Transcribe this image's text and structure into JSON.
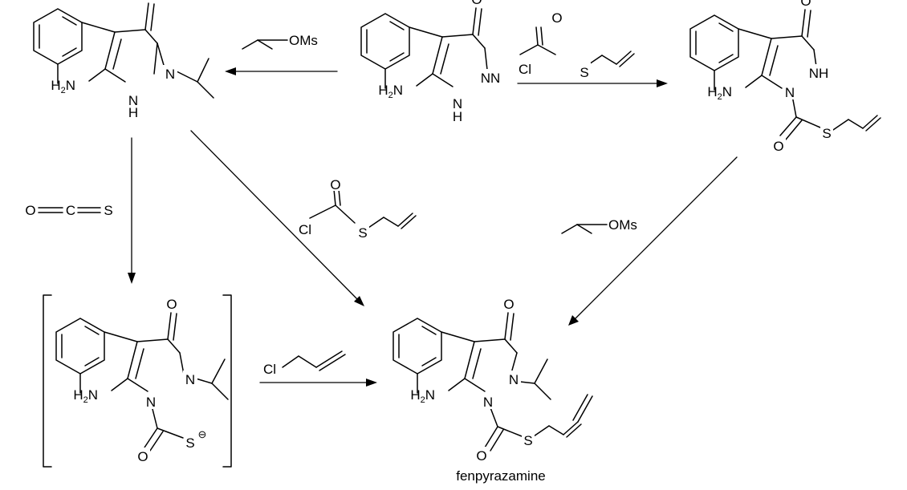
{
  "atoms": {
    "O": "O",
    "N": "N",
    "H": "H",
    "NH": "NH",
    "NN": "NN",
    "S": "S",
    "Cl": "Cl",
    "OMs": "OMs",
    "amine": "H",
    "amine_sub": "2",
    "amine_N": "N",
    "charge": "⊖"
  },
  "caption": "fenpyrazamine",
  "colors": {
    "ink": "#000000",
    "background": "#ffffff"
  }
}
